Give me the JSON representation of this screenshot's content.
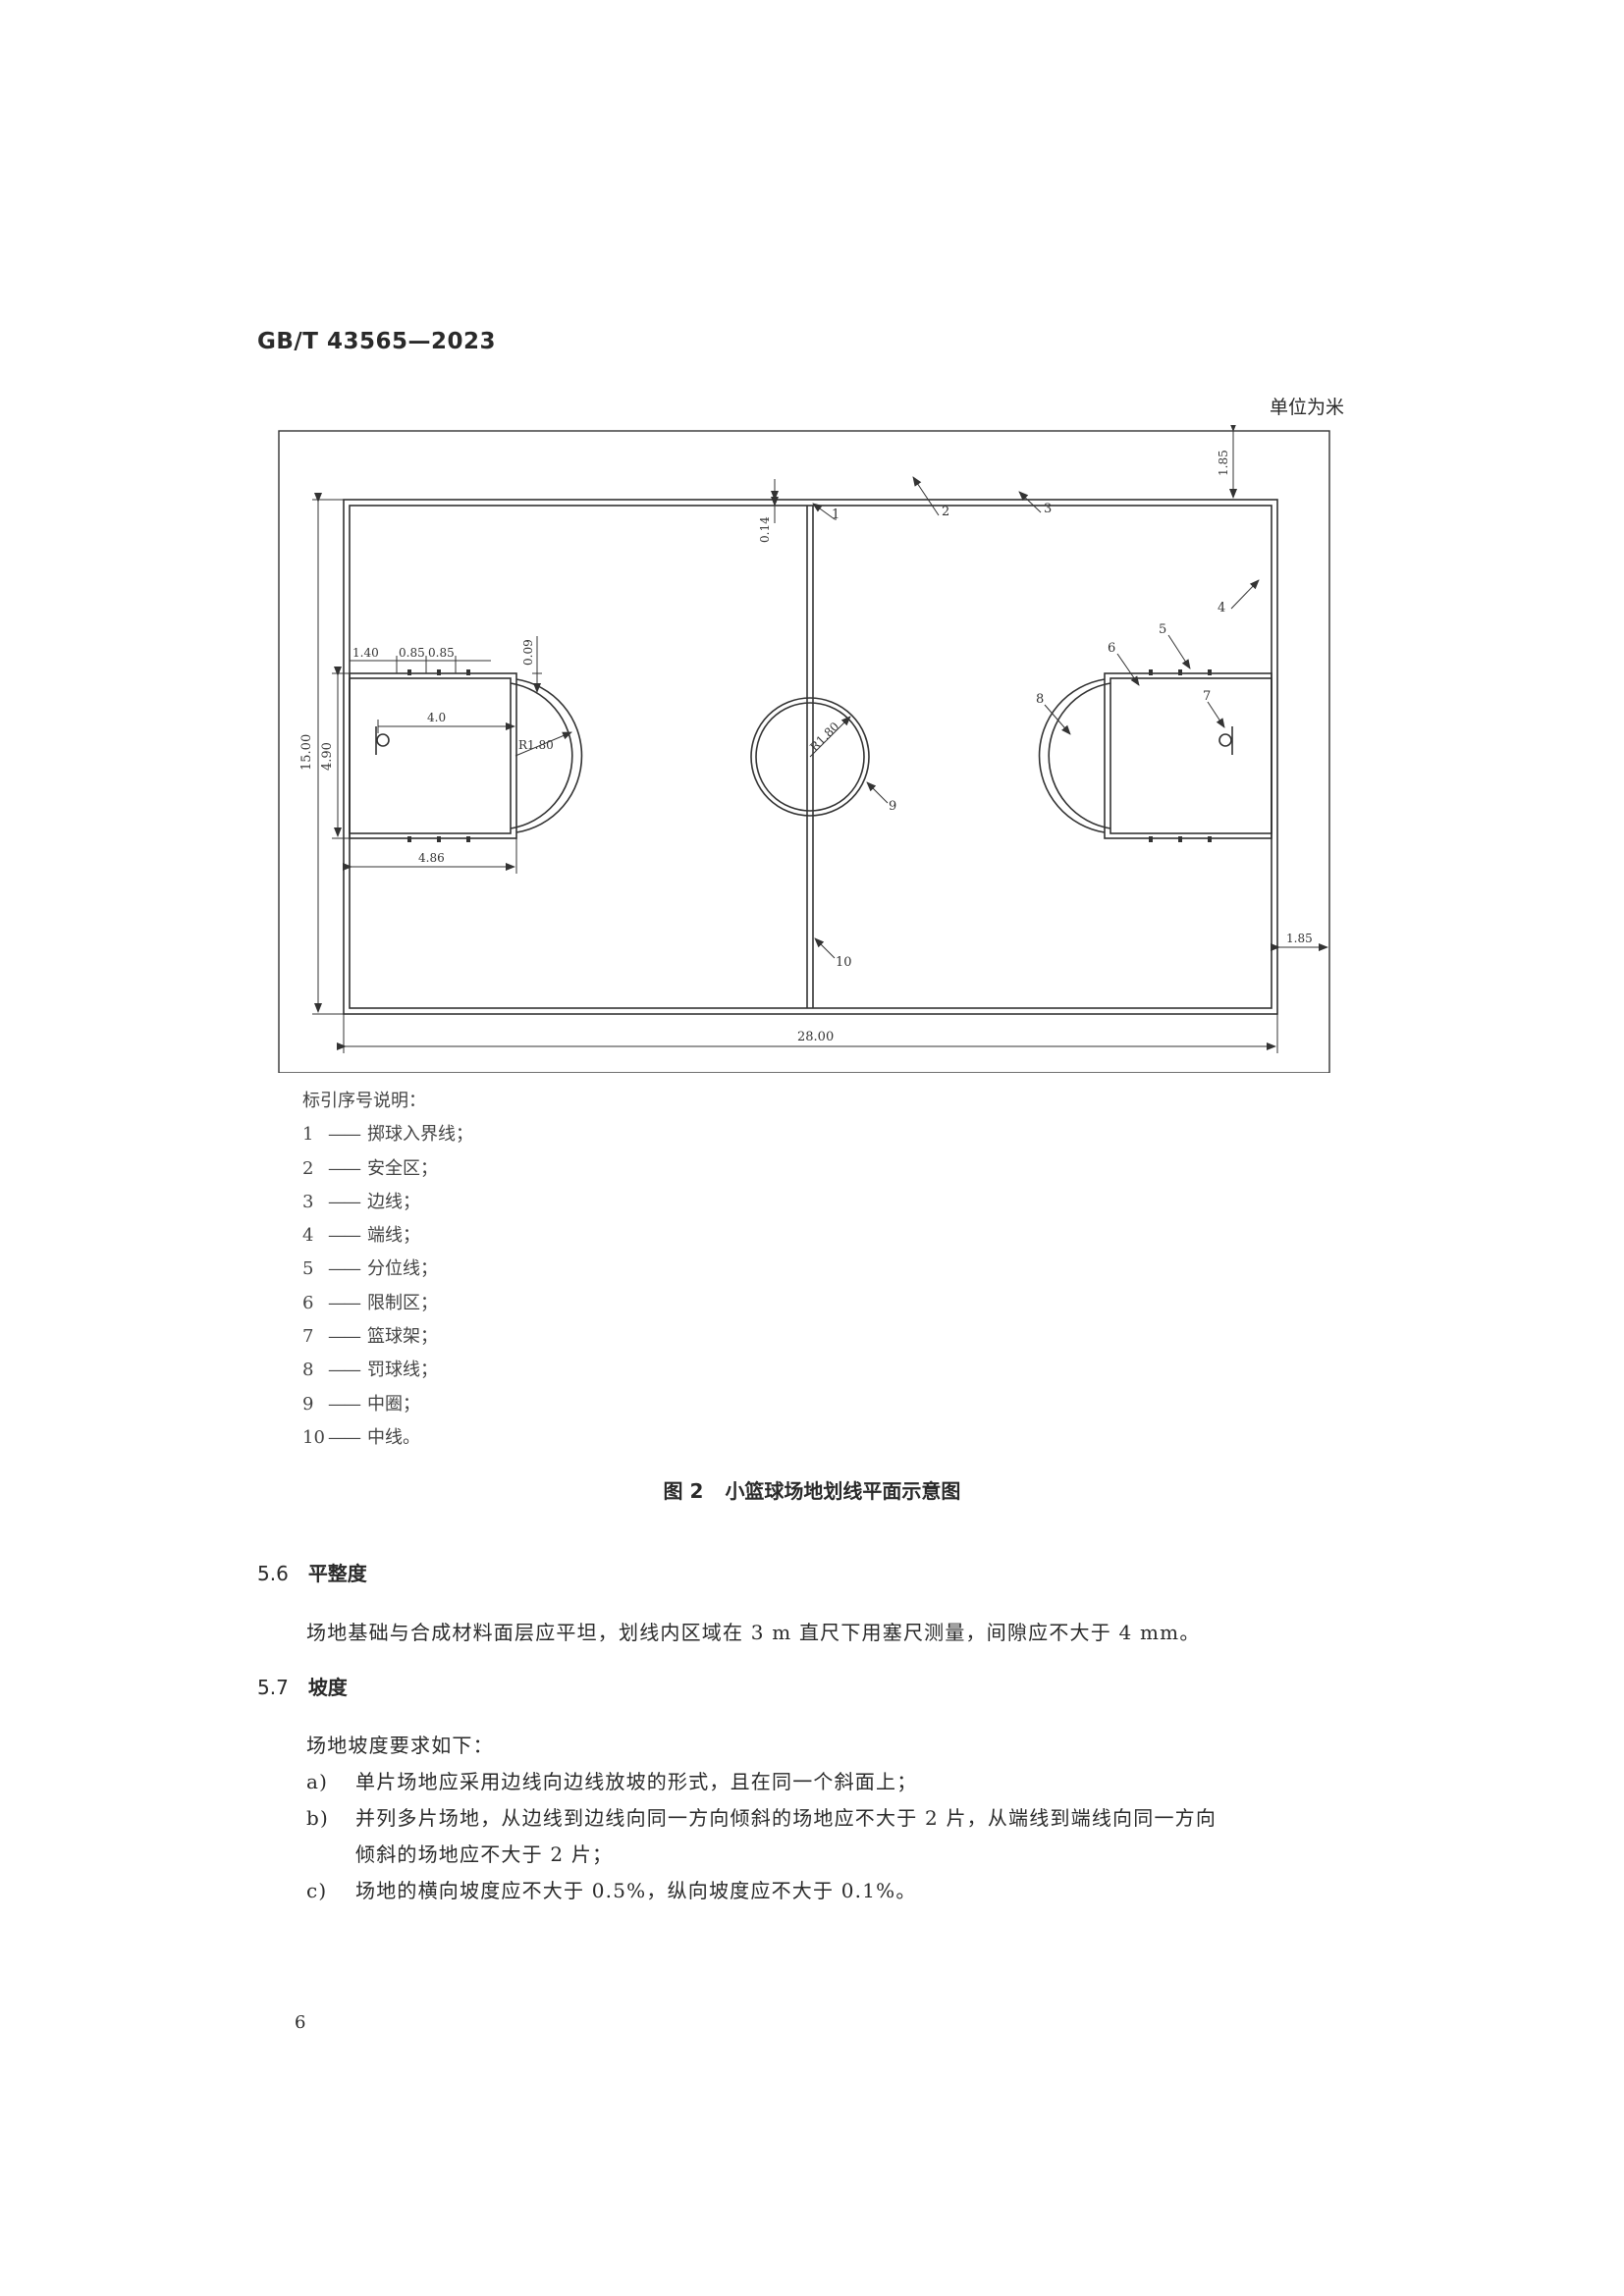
{
  "header": {
    "std_code": "GB/T 43565—2023"
  },
  "figure": {
    "unit_note": "单位为米",
    "dims": {
      "total_width": "28.00",
      "total_height": "15.00",
      "key_width": "4.90",
      "offset_a": "1.40",
      "offset_b": "0.85",
      "offset_c": "0.85",
      "gap": "0.09",
      "line_width": "0.14",
      "safety_top": "1.85",
      "safety_right": "1.85",
      "key_length": "4.86",
      "basket_dist": "4.0",
      "ft_radius": "R1.80",
      "center_radius": "R1.80"
    },
    "markers": [
      "1",
      "2",
      "3",
      "4",
      "5",
      "6",
      "7",
      "8",
      "9",
      "10"
    ],
    "legend_title": "标引序号说明：",
    "legend": [
      {
        "num": "1",
        "text": "掷球入界线；"
      },
      {
        "num": "2",
        "text": "安全区；"
      },
      {
        "num": "3",
        "text": "边线；"
      },
      {
        "num": "4",
        "text": "端线；"
      },
      {
        "num": "5",
        "text": "分位线；"
      },
      {
        "num": "6",
        "text": "限制区；"
      },
      {
        "num": "7",
        "text": "篮球架；"
      },
      {
        "num": "8",
        "text": "罚球线；"
      },
      {
        "num": "9",
        "text": "中圈；"
      },
      {
        "num": "10",
        "text": "中线。"
      }
    ],
    "legend_dash": "——",
    "caption_no": "图 2",
    "caption_text": "小篮球场地划线平面示意图"
  },
  "sections": [
    {
      "num": "5.6",
      "title": "平整度",
      "body": "场地基础与合成材料面层应平坦，划线内区域在 3 m 直尺下用塞尺测量，间隙应不大于 4 mm。"
    },
    {
      "num": "5.7",
      "title": "坡度",
      "intro": "场地坡度要求如下：",
      "items": [
        {
          "label": "a)",
          "text": "单片场地应采用边线向边线放坡的形式，且在同一个斜面上；"
        },
        {
          "label": "b)",
          "text": "并列多片场地，从边线到边线向同一方向倾斜的场地应不大于 2 片，从端线到端线向同一方向",
          "cont": "倾斜的场地应不大于 2 片；"
        },
        {
          "label": "c)",
          "text": "场地的横向坡度应不大于 0.5%，纵向坡度应不大于 0.1%。"
        }
      ]
    }
  ],
  "page_number": "6"
}
